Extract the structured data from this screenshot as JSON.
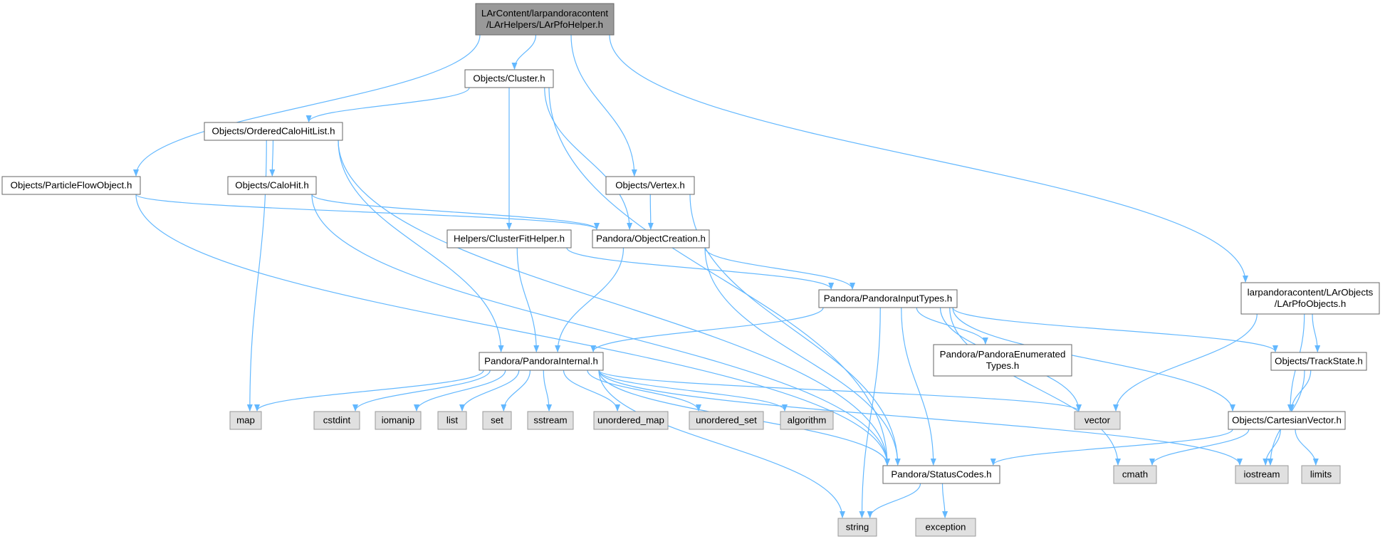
{
  "colors": {
    "edge": "#63b8ff",
    "root_fill": "#999999",
    "root_stroke": "#666666",
    "file_fill": "#ffffff",
    "file_stroke": "#666666",
    "system_fill": "#e0e0e0",
    "system_stroke": "#999999"
  },
  "nodes": [
    {
      "id": "root",
      "kind": "root",
      "lines": [
        "LArContent/larpandoracontent",
        "/LArHelpers/LArPfoHelper.h"
      ]
    },
    {
      "id": "cluster",
      "kind": "file",
      "lines": [
        "Objects/Cluster.h"
      ]
    },
    {
      "id": "ordered",
      "kind": "file",
      "lines": [
        "Objects/OrderedCaloHitList.h"
      ]
    },
    {
      "id": "pfo",
      "kind": "file",
      "lines": [
        "Objects/ParticleFlowObject.h"
      ]
    },
    {
      "id": "calohit",
      "kind": "file",
      "lines": [
        "Objects/CaloHit.h"
      ]
    },
    {
      "id": "vertex",
      "kind": "file",
      "lines": [
        "Objects/Vertex.h"
      ]
    },
    {
      "id": "clusterfit",
      "kind": "file",
      "lines": [
        "Helpers/ClusterFitHelper.h"
      ]
    },
    {
      "id": "objcreation",
      "kind": "file",
      "lines": [
        "Pandora/ObjectCreation.h"
      ]
    },
    {
      "id": "inputtypes",
      "kind": "file",
      "lines": [
        "Pandora/PandoraInputTypes.h"
      ]
    },
    {
      "id": "larpfoobjects",
      "kind": "file",
      "lines": [
        "larpandoracontent/LArObjects",
        "/LArPfoObjects.h"
      ]
    },
    {
      "id": "internal",
      "kind": "file",
      "lines": [
        "Pandora/PandoraInternal.h"
      ]
    },
    {
      "id": "enumerated",
      "kind": "file",
      "lines": [
        "Pandora/PandoraEnumerated",
        "Types.h"
      ]
    },
    {
      "id": "trackstate",
      "kind": "file",
      "lines": [
        "Objects/TrackState.h"
      ]
    },
    {
      "id": "cartesian",
      "kind": "file",
      "lines": [
        "Objects/CartesianVector.h"
      ]
    },
    {
      "id": "statuscodes",
      "kind": "file",
      "lines": [
        "Pandora/StatusCodes.h"
      ]
    },
    {
      "id": "map",
      "kind": "system",
      "lines": [
        "map"
      ]
    },
    {
      "id": "cstdint",
      "kind": "system",
      "lines": [
        "cstdint"
      ]
    },
    {
      "id": "iomanip",
      "kind": "system",
      "lines": [
        "iomanip"
      ]
    },
    {
      "id": "list",
      "kind": "system",
      "lines": [
        "list"
      ]
    },
    {
      "id": "set",
      "kind": "system",
      "lines": [
        "set"
      ]
    },
    {
      "id": "sstream",
      "kind": "system",
      "lines": [
        "sstream"
      ]
    },
    {
      "id": "unordered_map",
      "kind": "system",
      "lines": [
        "unordered_map"
      ]
    },
    {
      "id": "unordered_set",
      "kind": "system",
      "lines": [
        "unordered_set"
      ]
    },
    {
      "id": "algorithm",
      "kind": "system",
      "lines": [
        "algorithm"
      ]
    },
    {
      "id": "vector",
      "kind": "system",
      "lines": [
        "vector"
      ]
    },
    {
      "id": "cmath",
      "kind": "system",
      "lines": [
        "cmath"
      ]
    },
    {
      "id": "iostream",
      "kind": "system",
      "lines": [
        "iostream"
      ]
    },
    {
      "id": "limits",
      "kind": "system",
      "lines": [
        "limits"
      ]
    },
    {
      "id": "string",
      "kind": "system",
      "lines": [
        "string"
      ]
    },
    {
      "id": "exception",
      "kind": "system",
      "lines": [
        "exception"
      ]
    }
  ],
  "edges": [
    [
      "root",
      "cluster"
    ],
    [
      "root",
      "pfo"
    ],
    [
      "root",
      "vertex"
    ],
    [
      "root",
      "larpfoobjects"
    ],
    [
      "cluster",
      "ordered"
    ],
    [
      "cluster",
      "clusterfit"
    ],
    [
      "cluster",
      "objcreation"
    ],
    [
      "cluster",
      "statuscodes"
    ],
    [
      "ordered",
      "calohit"
    ],
    [
      "ordered",
      "map"
    ],
    [
      "ordered",
      "internal"
    ],
    [
      "ordered",
      "statuscodes"
    ],
    [
      "pfo",
      "objcreation"
    ],
    [
      "pfo",
      "statuscodes"
    ],
    [
      "calohit",
      "objcreation"
    ],
    [
      "calohit",
      "statuscodes"
    ],
    [
      "vertex",
      "objcreation"
    ],
    [
      "vertex",
      "statuscodes"
    ],
    [
      "clusterfit",
      "inputtypes"
    ],
    [
      "clusterfit",
      "internal"
    ],
    [
      "objcreation",
      "inputtypes"
    ],
    [
      "objcreation",
      "internal"
    ],
    [
      "objcreation",
      "statuscodes"
    ],
    [
      "inputtypes",
      "internal"
    ],
    [
      "inputtypes",
      "enumerated"
    ],
    [
      "inputtypes",
      "trackstate"
    ],
    [
      "inputtypes",
      "cartesian"
    ],
    [
      "inputtypes",
      "vector"
    ],
    [
      "inputtypes",
      "statuscodes"
    ],
    [
      "inputtypes",
      "string"
    ],
    [
      "inputtypes",
      "cmath"
    ],
    [
      "larpfoobjects",
      "trackstate"
    ],
    [
      "larpfoobjects",
      "cartesian"
    ],
    [
      "larpfoobjects",
      "vector"
    ],
    [
      "internal",
      "map"
    ],
    [
      "internal",
      "cstdint"
    ],
    [
      "internal",
      "iomanip"
    ],
    [
      "internal",
      "list"
    ],
    [
      "internal",
      "set"
    ],
    [
      "internal",
      "sstream"
    ],
    [
      "internal",
      "unordered_map"
    ],
    [
      "internal",
      "unordered_set"
    ],
    [
      "internal",
      "algorithm"
    ],
    [
      "internal",
      "vector"
    ],
    [
      "internal",
      "iostream"
    ],
    [
      "internal",
      "string"
    ],
    [
      "internal",
      "statuscodes"
    ],
    [
      "trackstate",
      "cartesian"
    ],
    [
      "trackstate",
      "iostream"
    ],
    [
      "cartesian",
      "cmath"
    ],
    [
      "cartesian",
      "iostream"
    ],
    [
      "cartesian",
      "limits"
    ],
    [
      "cartesian",
      "statuscodes"
    ],
    [
      "statuscodes",
      "string"
    ],
    [
      "statuscodes",
      "exception"
    ]
  ]
}
